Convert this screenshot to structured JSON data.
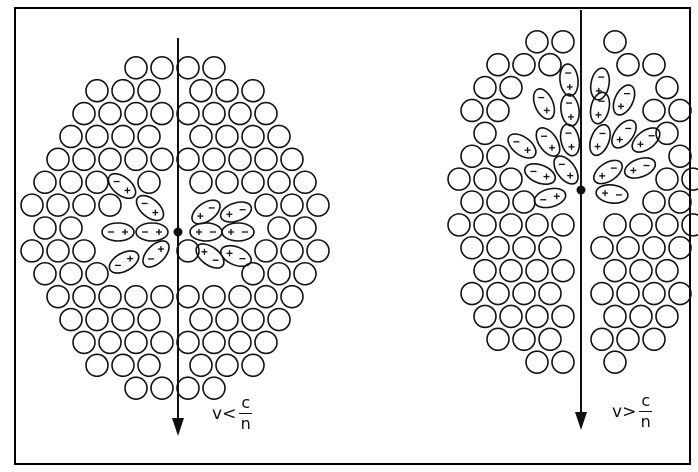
{
  "diagram": {
    "panels": [
      {
        "id": "slow",
        "condition": {
          "lhs": "v",
          "relation": "<",
          "numerator": "c",
          "denominator": "n"
        }
      },
      {
        "id": "fast",
        "condition": {
          "lhs": "v",
          "relation": ">",
          "numerator": "c",
          "denominator": "n"
        }
      }
    ],
    "symbols": {
      "positive": "+",
      "negative": "-"
    },
    "colors": {
      "ink": "#111111",
      "frame": "#000000",
      "background": "#ffffff"
    }
  }
}
